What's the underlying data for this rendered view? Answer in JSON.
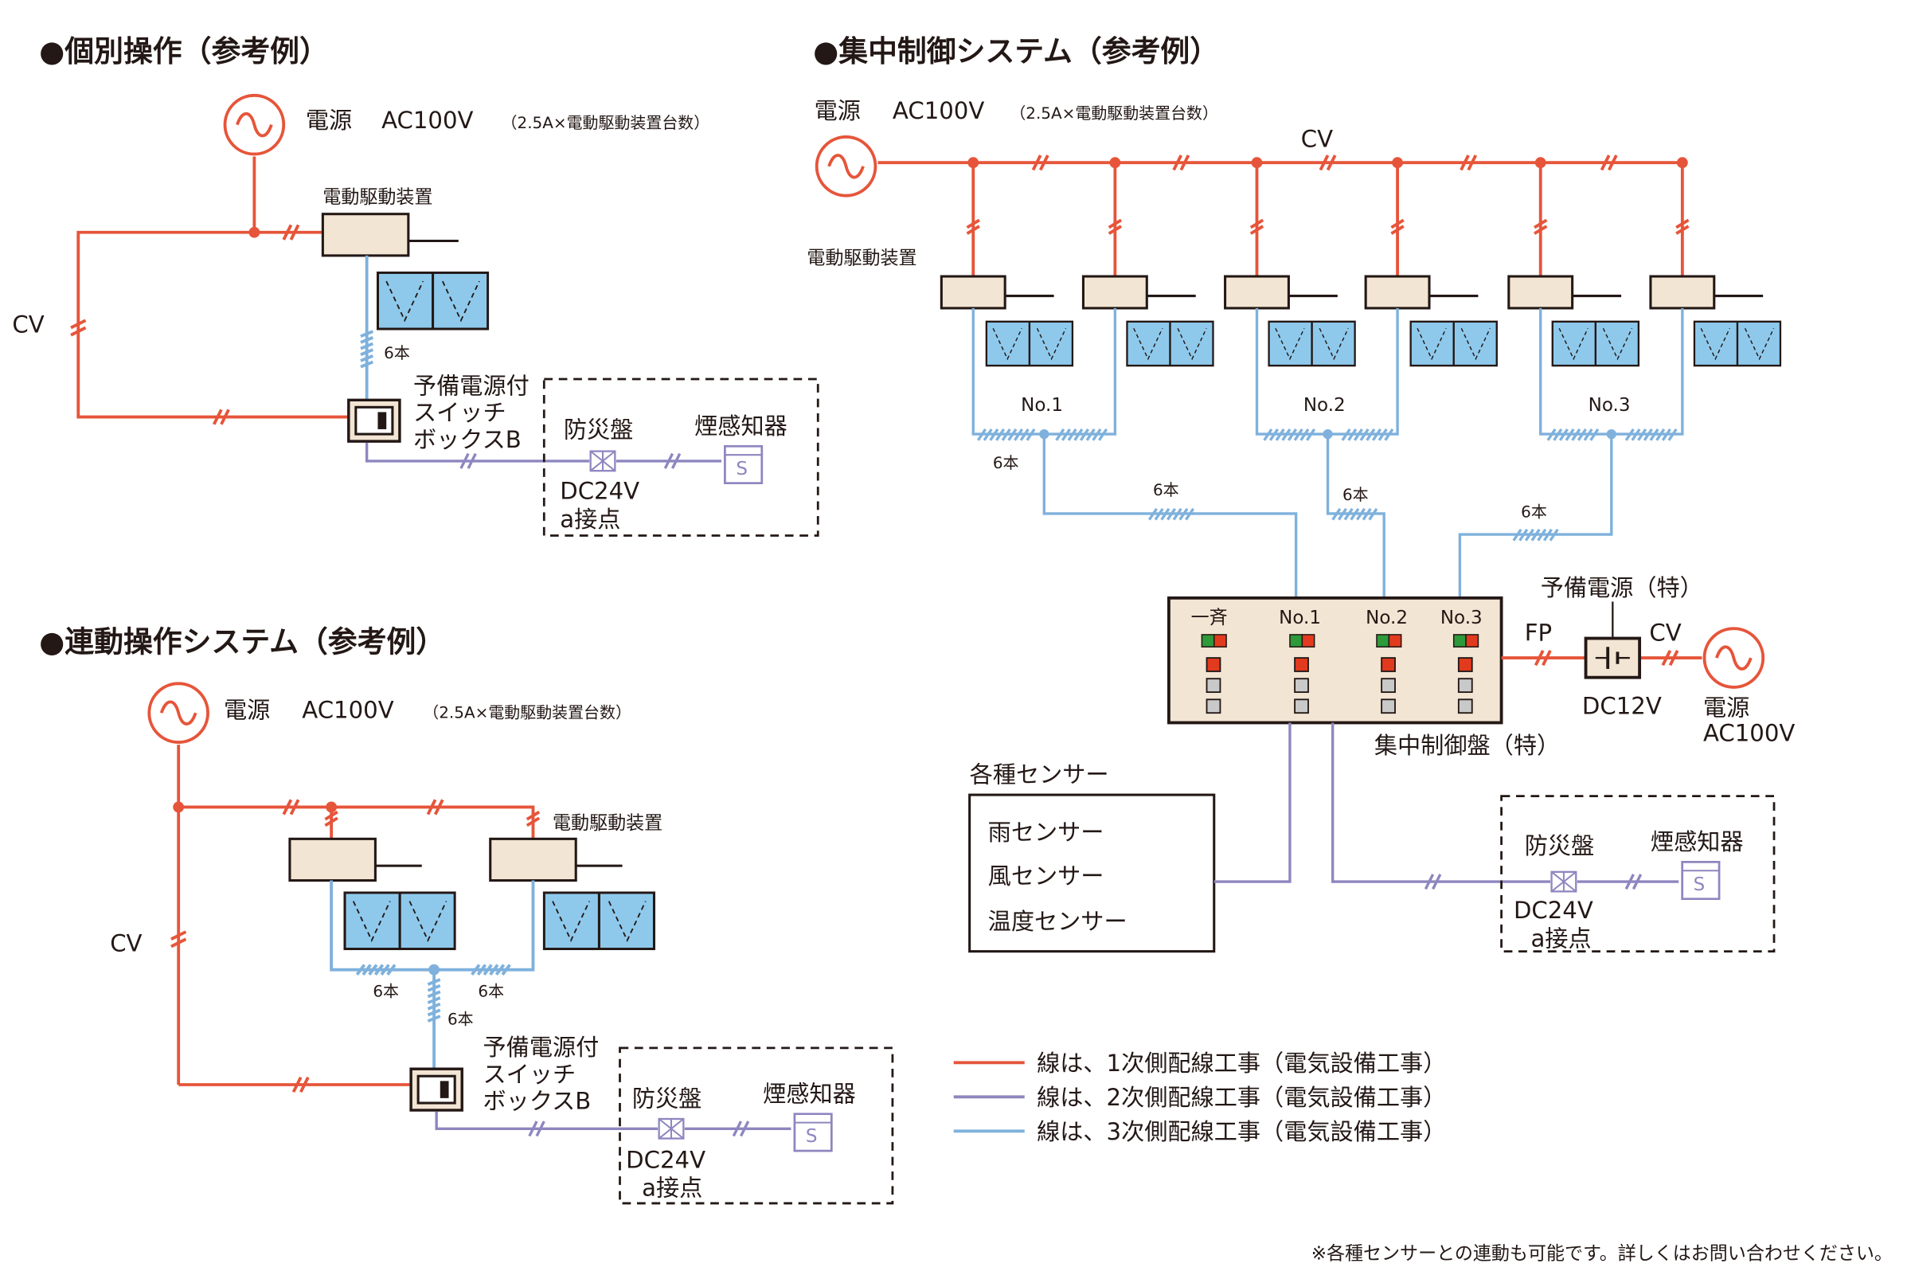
{
  "colors": {
    "primary_wire": "#e6553a",
    "secondary_wire": "#8e86bf",
    "tertiary_wire": "#7fb1dc",
    "window_fill": "#8ec9ec",
    "device_fill": "#f3e5d3",
    "led_red": "#e23a1e",
    "led_green": "#2e9a3a",
    "led_off": "#c9c9c9"
  },
  "individual": {
    "title": "●個別操作（参考例）",
    "power_label": "電源",
    "voltage": "AC100V",
    "voltage_note": "（2.5A×電動駆動装置台数）",
    "cv_label": "CV",
    "drive_label": "電動駆動装置",
    "cable_count": "6本",
    "switchbox_lines": [
      "予備電源付",
      "スイッチ",
      "ボックスB"
    ],
    "panel_label": "防災盤",
    "detector_label": "煙感知器",
    "detector_symbol": "S",
    "contact_lines": [
      "DC24V",
      "a接点"
    ]
  },
  "linked": {
    "title": "●連動操作システム（参考例）",
    "power_label": "電源",
    "voltage": "AC100V",
    "voltage_note": "（2.5A×電動駆動装置台数）",
    "cv_label": "CV",
    "drive_label": "電動駆動装置",
    "cable_count_left": "6本",
    "cable_count_right": "6本",
    "cable_count_main": "6本",
    "switchbox_lines": [
      "予備電源付",
      "スイッチ",
      "ボックスB"
    ],
    "panel_label": "防災盤",
    "detector_label": "煙感知器",
    "detector_symbol": "S",
    "contact_lines": [
      "DC24V",
      "a接点"
    ]
  },
  "central": {
    "title": "●集中制御システム（参考例）",
    "power_label": "電源",
    "voltage": "AC100V",
    "voltage_note": "（2.5A×電動駆動装置台数）",
    "cv_label_top": "CV",
    "drive_label": "電動駆動装置",
    "groups": [
      "No.1",
      "No.2",
      "No.3"
    ],
    "group_cable_count": "6本",
    "trunk_counts": [
      "6本",
      "6本",
      "6本"
    ],
    "panel_columns": [
      "一斉",
      "No.1",
      "No.2",
      "No.3"
    ],
    "panel_label": "集中制御盤（特）",
    "backup_label": "予備電源（特）",
    "fp_label": "FP",
    "cv_label_right": "CV",
    "dc_label": "DC12V",
    "power_label_right": "電源",
    "voltage_right": "AC100V",
    "sensors_title": "各種センサー",
    "sensors": [
      "雨センサー",
      "風センサー",
      "温度センサー"
    ],
    "fire_panel_label": "防災盤",
    "detector_label": "煙感知器",
    "detector_symbol": "S",
    "contact_lines": [
      "DC24V",
      "a接点"
    ]
  },
  "legend": [
    {
      "color": "#e6553a",
      "text": "線は、1次側配線工事（電気設備工事）"
    },
    {
      "color": "#8e86bf",
      "text": "線は、2次側配線工事（電気設備工事）"
    },
    {
      "color": "#7fb1dc",
      "text": "線は、3次側配線工事（電気設備工事）"
    }
  ],
  "footnote": "※各種センサーとの連動も可能です。詳しくはお問い合わせください。"
}
